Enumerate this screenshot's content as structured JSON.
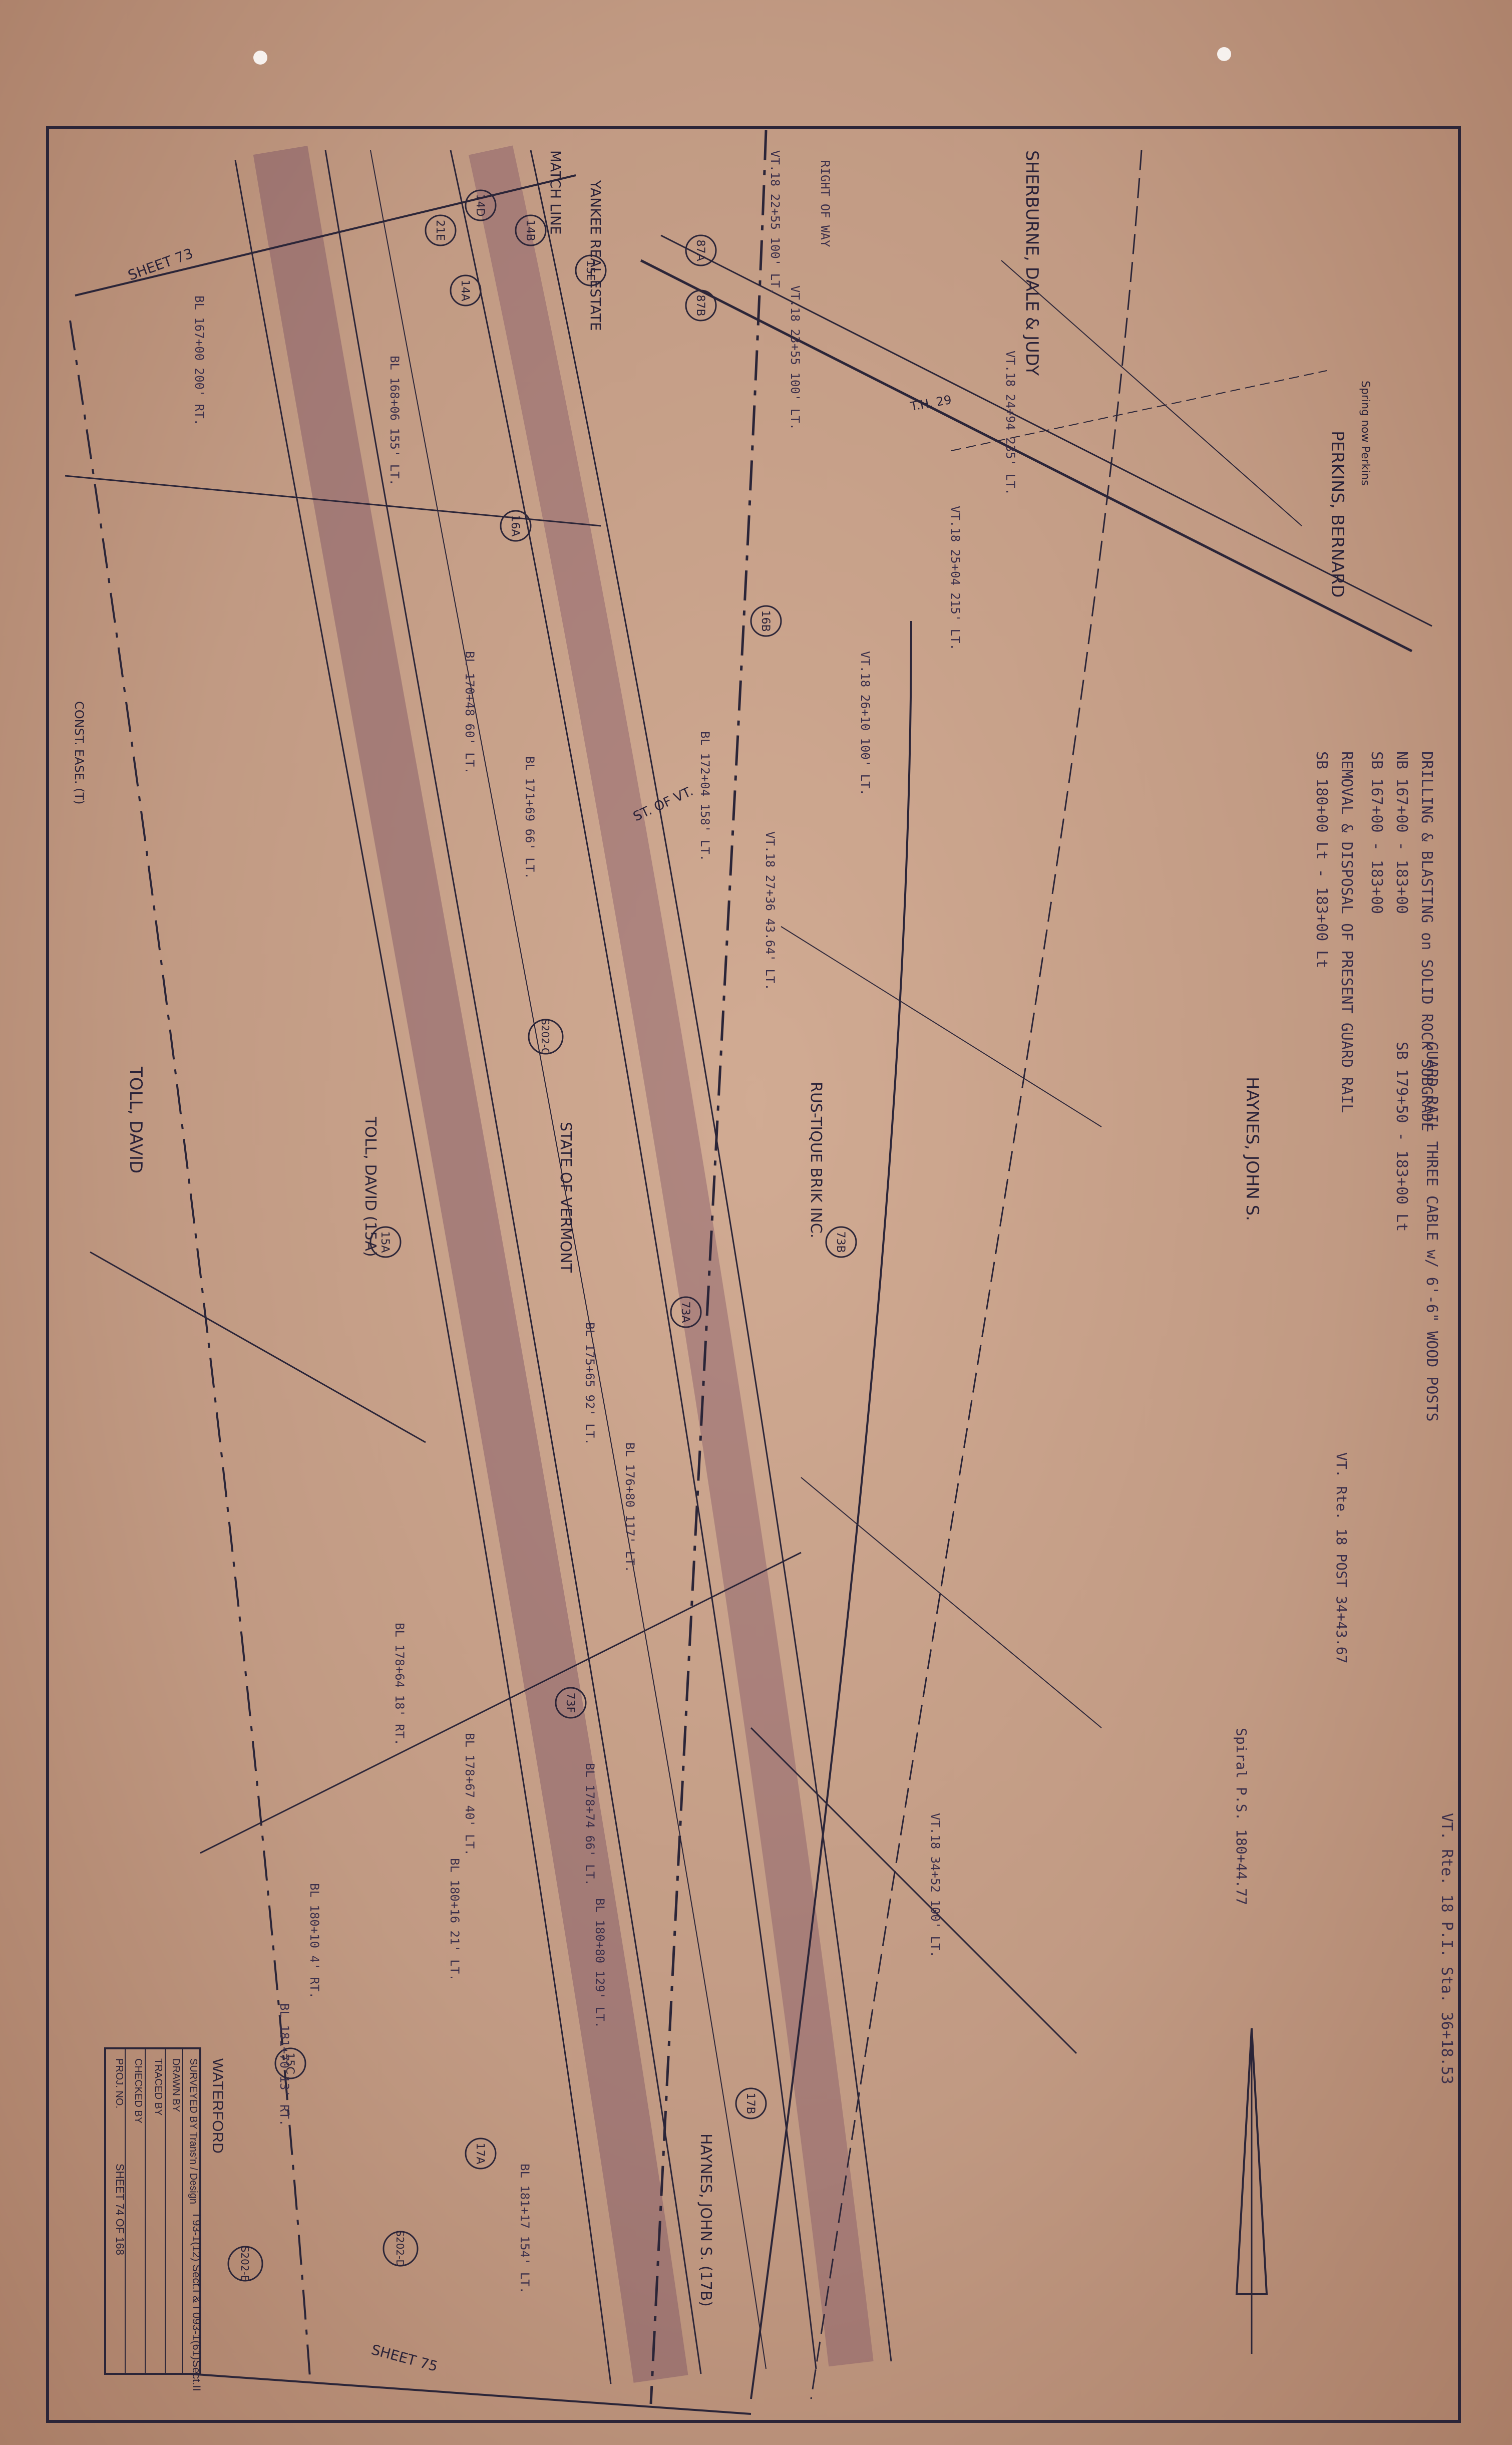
{
  "sheet": {
    "sheet_no": "74",
    "sheets_total": "168",
    "project_no": "I 93-1(12) Sect.I & I 093-1(61)Sect.II",
    "title_rows": [
      "SURVEYED BY  Trans'n / Design",
      "DRAWN BY",
      "TRACED BY",
      "CHECKED BY",
      "PROJ. NO.",
      "SHEET  74  OF  168"
    ]
  },
  "owners": [
    "SHERBURNE, DALE & JUDY",
    "PERKINS, BERNARD",
    "HAYNES, JOHN S.",
    "TOLL, DAVID",
    "RUS-TIQUE BRIK INC.",
    "STATE OF VERMONT",
    "YANKEE REAL ESTATE",
    "TOLL, DAVID (15A)",
    "HAYNES, JOHN S. (17B)"
  ],
  "parcels": [
    "14D",
    "14B",
    "14A",
    "21E",
    "15E",
    "87A",
    "87B",
    "16A",
    "16B",
    "73A",
    "73B",
    "15A",
    "73F",
    "15C",
    "17A",
    "17B",
    "S202-C",
    "S202-D",
    "S202-E"
  ],
  "stations": [
    "VT.18 22+55  100' LT.",
    "VT.18 23+55  100' LT.",
    "VT.18 24+94  235' LT.",
    "VT.18 25+04  215' LT.",
    "VT.18 26+10  100' LT.",
    "VT.18 27+36  43.64' LT.",
    "VT.18 34+52  100' LT.",
    "BL 167+00  200' RT.",
    "BL 168+06  155' LT.",
    "BL 170+48  60' LT.",
    "BL 171+69  66' LT.",
    "BL 172+04  158' LT.",
    "BL 175+65  92' LT.",
    "BL 176+80  117' LT.",
    "BL 178+64  18' RT.",
    "BL 178+67  40' LT.",
    "BL 178+74  66' LT.",
    "BL 180+10  4' RT.",
    "BL 180+16  21' LT.",
    "BL 180+80  129' LT.",
    "BL 181+70  13' RT.",
    "BL 181+17  154' LT."
  ],
  "notes": [
    "DRILLING & BLASTING on SOLID ROCK SUBGRADE",
    "NB 167+00 - 183+00",
    "SB 167+00 - 183+00",
    "REMOVAL & DISPOSAL OF PRESENT GUARD RAIL",
    "SB 180+00 Lt - 183+00 Lt",
    "GUARD RAIL THREE CABLE w/ 6'-6\" WOOD POSTS",
    "SB 179+50 - 183+00 Lt",
    "VT. Rte. 18  P.I. Sta. 36+18.53",
    "VT. Rte. 18  POST 34+43.67",
    "Spiral  P.S. 180+44.77",
    "CONST. EASE. (T)",
    "MATCH LINE",
    "SHEET 73",
    "SHEET 75",
    "ST. OF VT.",
    "RIGHT OF WAY",
    "T.H. 29",
    "Spring now Perkins"
  ]
}
